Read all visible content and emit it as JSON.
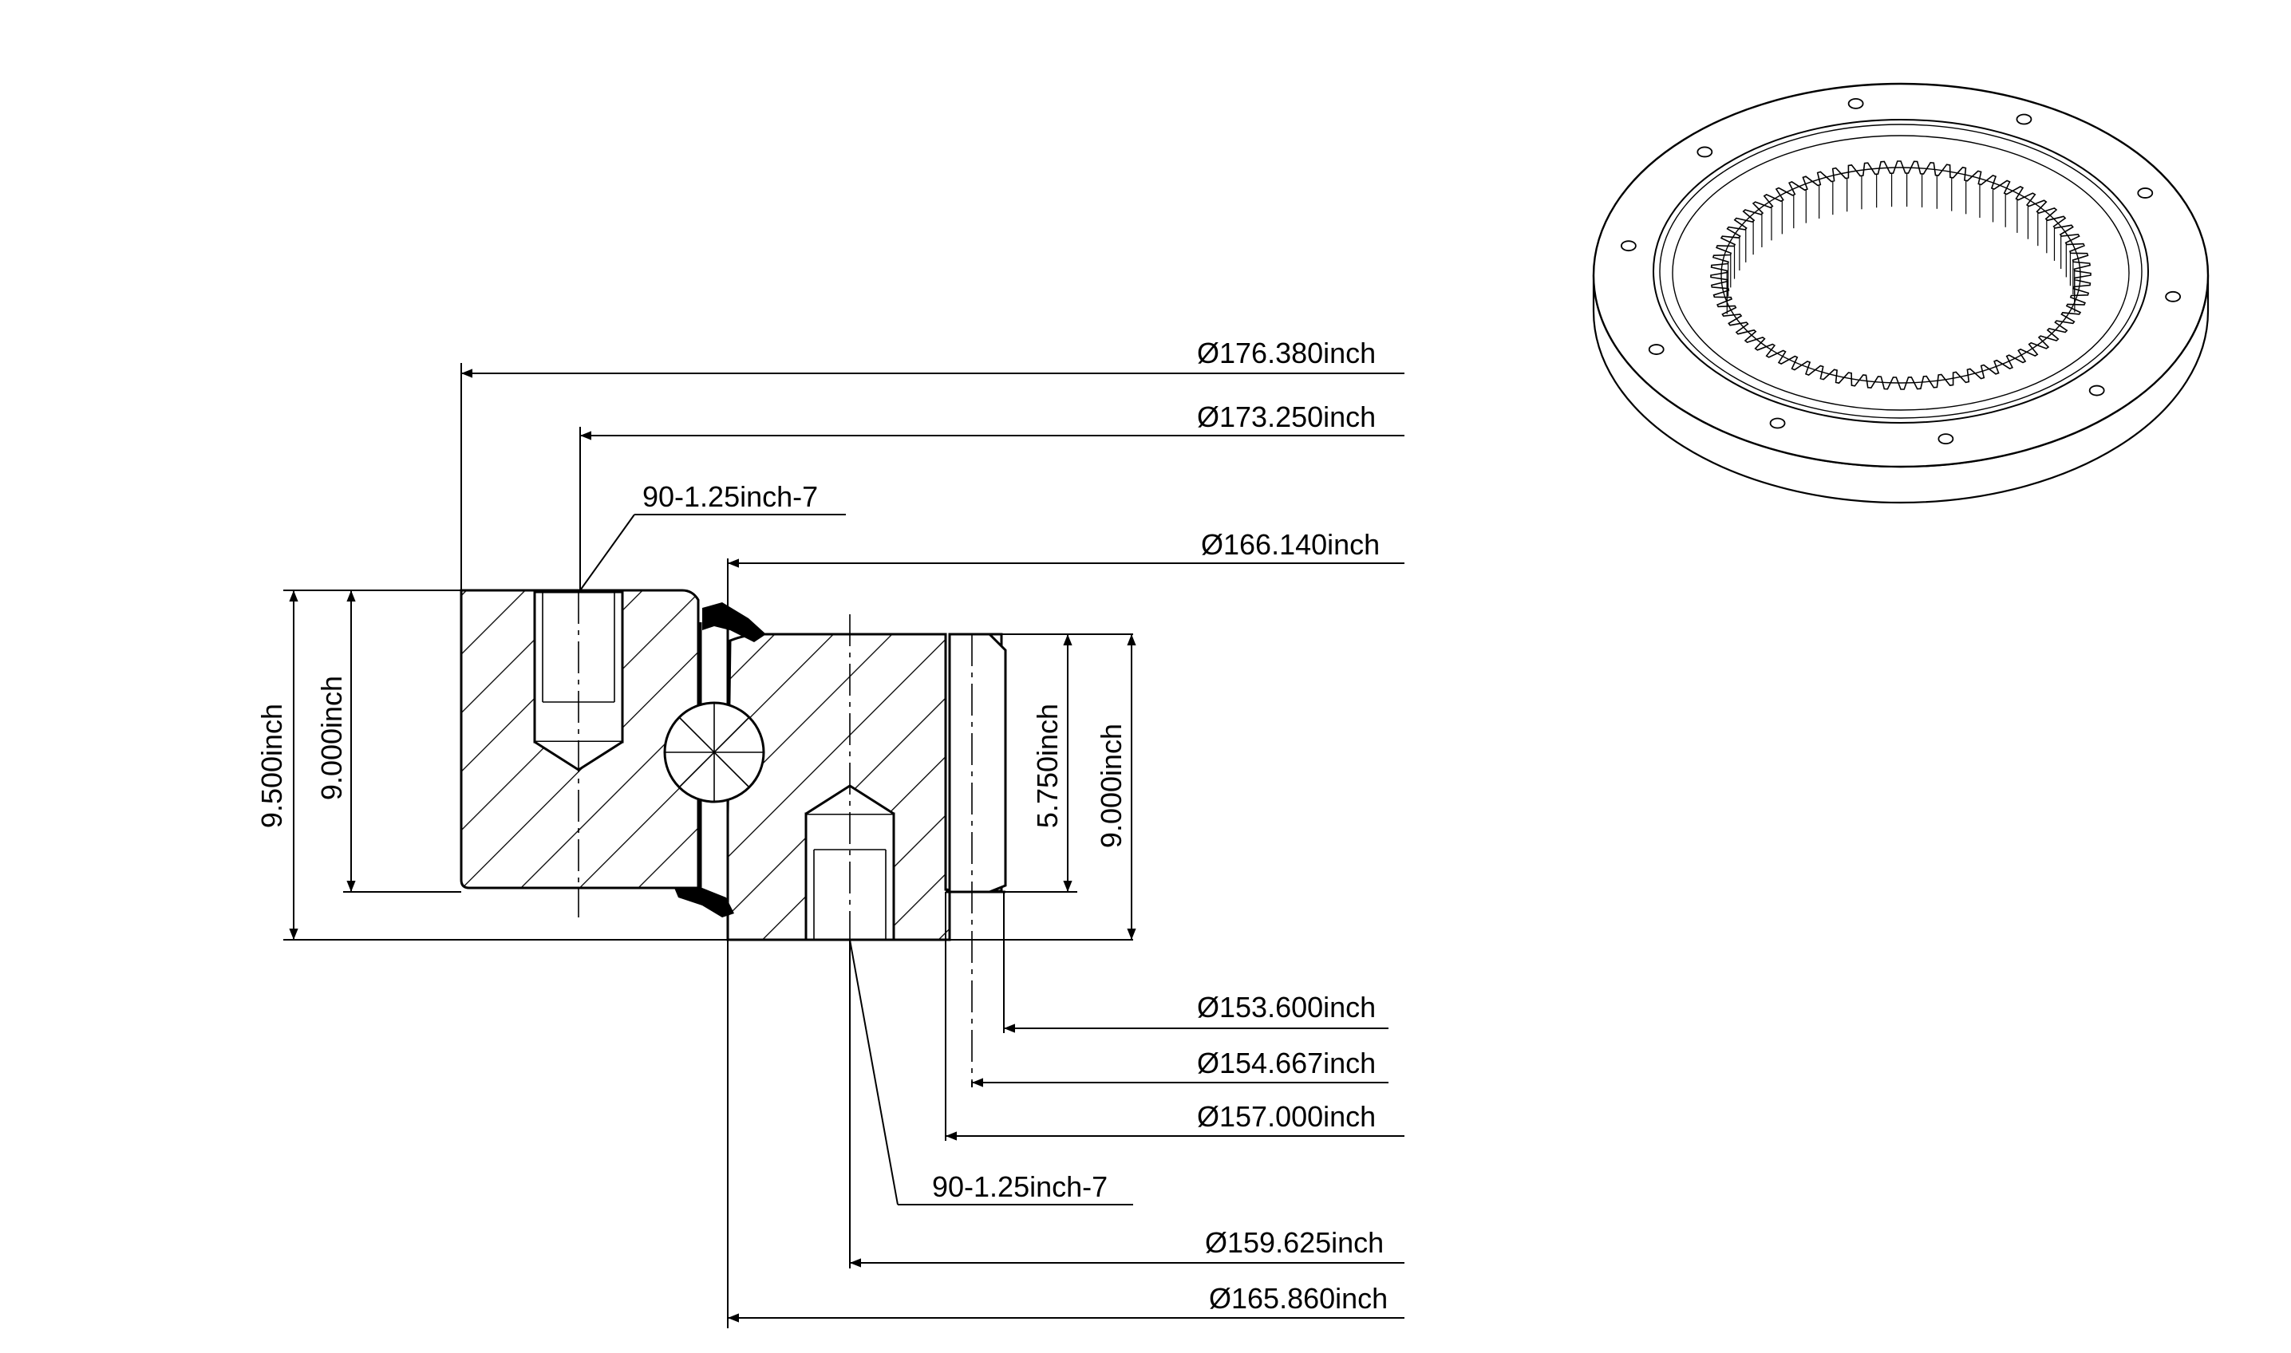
{
  "dimensions": {
    "d_176_380": "Ø176.380inch",
    "d_173_250": "Ø173.250inch",
    "thread_top": "90-1.25inch-7",
    "d_166_140": "Ø166.140inch",
    "h_9_500": "9.500inch",
    "h_9_000_left": "9.000inch",
    "h_5_750": "5.750inch",
    "h_9_000_right": "9.000inch",
    "d_153_600": "Ø153.600inch",
    "d_154_667": "Ø154.667inch",
    "d_157_000": "Ø157.000inch",
    "thread_bottom": "90-1.25inch-7",
    "d_159_625": "Ø159.625inch",
    "d_165_860": "Ø165.860inch"
  },
  "colors": {
    "line": "#000000",
    "background": "#ffffff"
  },
  "icons": {
    "iso_view": "slewing-bearing-internal-gear-icon"
  }
}
